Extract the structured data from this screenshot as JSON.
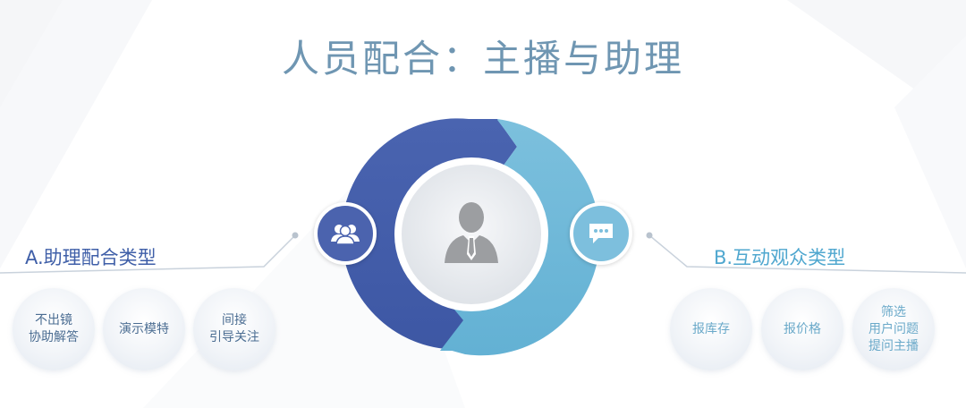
{
  "title": "人员配合：主播与助理",
  "center_icon": "person-in-suit-icon",
  "left": {
    "heading": "A.助理配合类型",
    "icon": "group-users-icon",
    "color": "#3f5fa8",
    "items": [
      {
        "label": "不出镜\n协助解答"
      },
      {
        "label": "演示模特"
      },
      {
        "label": "间接\n引导关注"
      }
    ]
  },
  "right": {
    "heading": "B.互动观众类型",
    "icon": "chat-bubble-icon",
    "color": "#72b8d8",
    "items": [
      {
        "label": "报库存"
      },
      {
        "label": "报价格"
      },
      {
        "label": "筛选\n用户问题\n提问主播"
      }
    ]
  }
}
